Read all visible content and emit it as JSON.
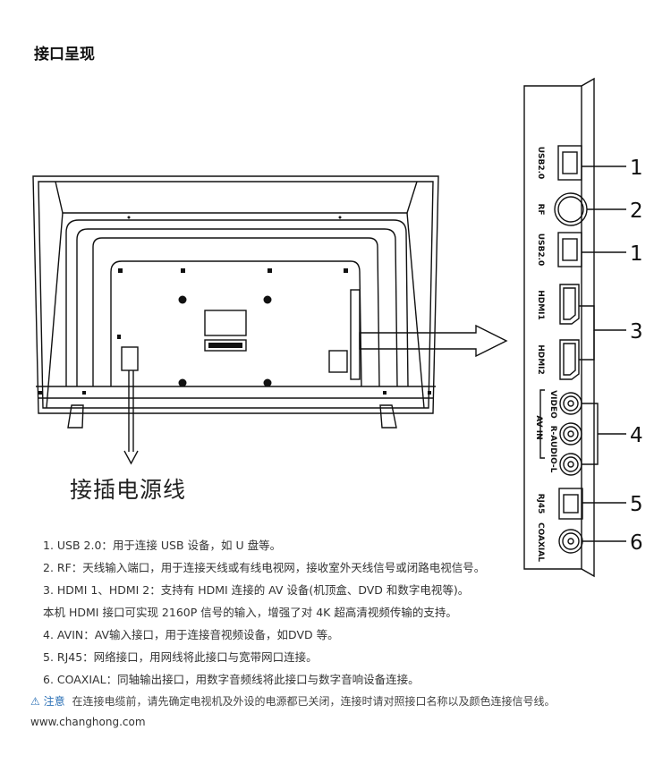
{
  "page": {
    "title": "接口呈现",
    "power_cord_label": "接插电源线",
    "website": "www.changhong.com"
  },
  "panel": {
    "port_labels": {
      "usb_top": "USB2.0",
      "rf": "RF",
      "usb_bottom": "USB2.0",
      "hdmi1": "HDMI1",
      "hdmi2": "HDMI2",
      "video": "VIDEO",
      "av_in": "AV IN",
      "audio": "R-AUDIO-L",
      "rj45": "RJ45",
      "coaxial": "COAXIAL"
    },
    "callouts": [
      "1",
      "2",
      "1",
      "3",
      "4",
      "5",
      "6"
    ]
  },
  "descriptions": [
    "1. USB 2.0：用于连接 USB 设备，如 U 盘等。",
    "2. RF：天线输入端口，用于连接天线或有线电视网，接收室外天线信号或闭路电视信号。",
    "3. HDMI 1、HDMI 2：支持有 HDMI 连接的 AV 设备(机顶盒、DVD 和数字电视等)。",
    "本机 HDMI 接口可实现 2160P 信号的输入，增强了对 4K 超高清视频传输的支持。",
    "4. AVIN：AV输入接口，用于连接音视频设备，如DVD 等。",
    "5. RJ45：网络接口，用网线将此接口与宽带网口连接。",
    "6. COAXIAL：同轴输出接口，用数字音频线将此接口与数字音响设备连接。"
  ],
  "note": {
    "icon": "warning-triangle-icon",
    "label": "注意",
    "text": "在连接电缆前，请先确定电视机及外设的电源都已关闭，连接时请对照接口名称以及颜色连接信号线。"
  },
  "colors": {
    "accent": "#2a6fb5",
    "line": "#111111"
  }
}
